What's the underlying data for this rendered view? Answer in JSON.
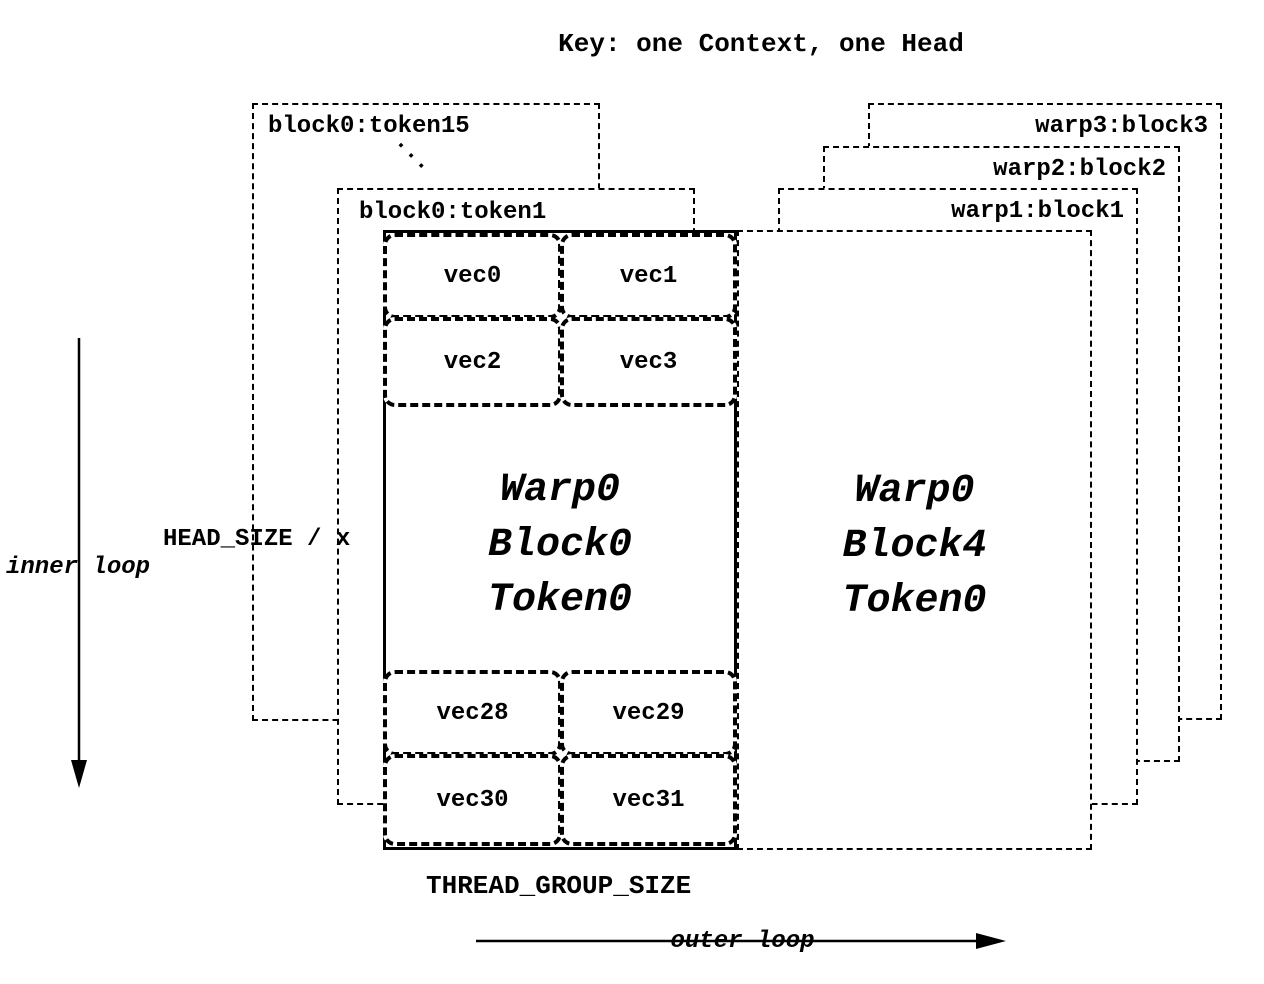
{
  "title": "Key: one Context, one Head",
  "left_stack": {
    "back_label": "block0:token15",
    "ellipsis": "...",
    "front_label": "block0:token1"
  },
  "right_stack": {
    "labels": [
      "warp3:block3",
      "warp2:block2",
      "warp1:block1"
    ]
  },
  "main_block": {
    "top_vecs": [
      "vec0",
      "vec1",
      "vec2",
      "vec3"
    ],
    "center_lines": [
      "Warp0",
      "Block0",
      "Token0"
    ],
    "bottom_vecs": [
      "vec28",
      "vec29",
      "vec30",
      "vec31"
    ]
  },
  "block4": {
    "center_lines": [
      "Warp0",
      "Block4",
      "Token0"
    ]
  },
  "annotations": {
    "head_size": "HEAD_SIZE / x",
    "inner_loop": "inner loop",
    "thread_group_size": "THREAD_GROUP_SIZE",
    "outer_loop": "outer loop"
  },
  "colors": {
    "ink": "#000000",
    "background": "#ffffff"
  }
}
